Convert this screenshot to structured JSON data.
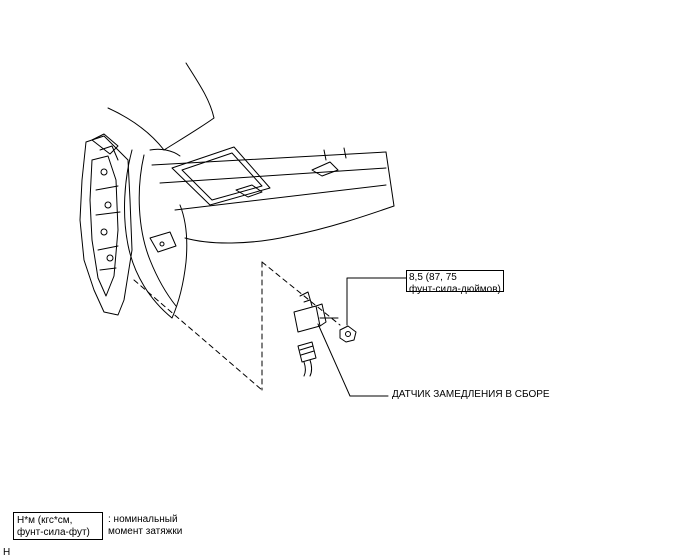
{
  "torque": {
    "line1": "8,5 (87, 75",
    "line2": "фунт-сила-дюймов)"
  },
  "part_label": "ДАТЧИК ЗАМЕДЛЕНИЯ В СБОРЕ",
  "legend": {
    "unit_line1": "Н*м (кгс*см,",
    "unit_line2": "фунт-сила-фут)",
    "desc_line1": ": номинальный",
    "desc_line2": "момент затяжки"
  },
  "corner_tag": "H"
}
